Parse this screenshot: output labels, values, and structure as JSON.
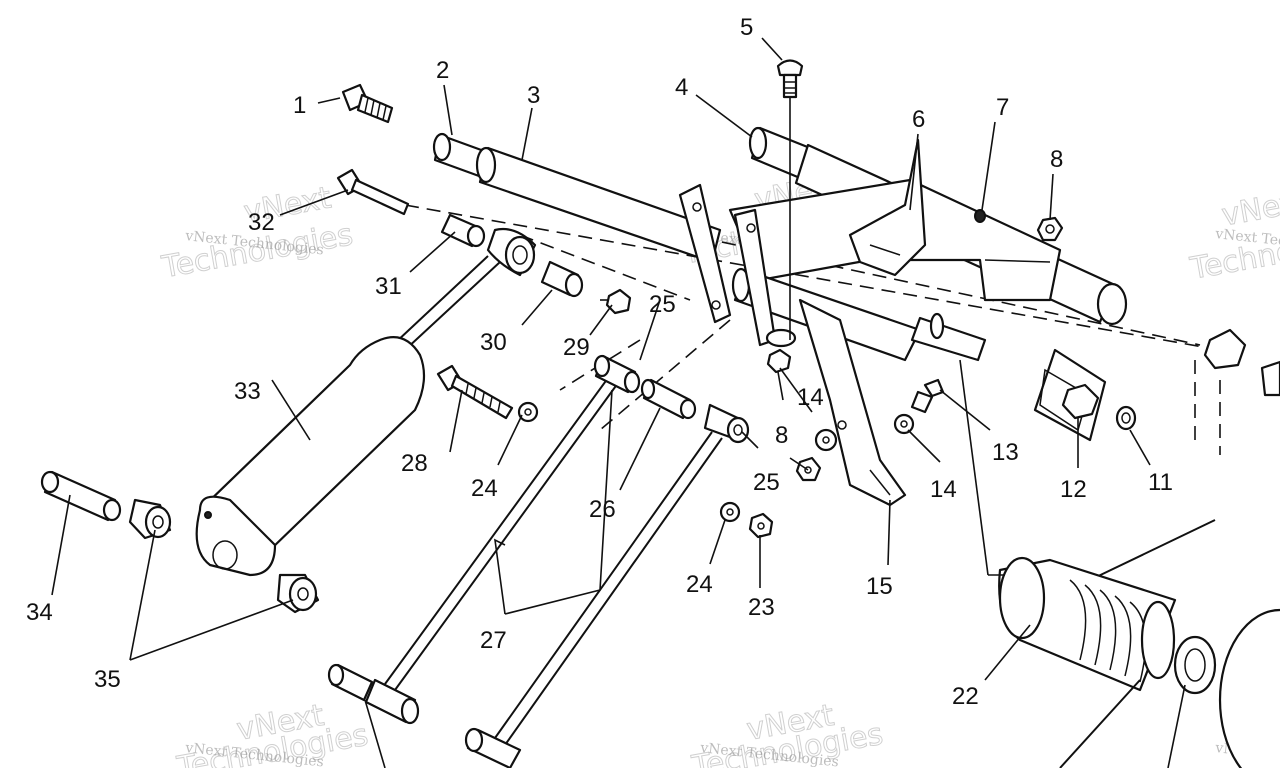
{
  "callouts": {
    "c1": "1",
    "c2": "2",
    "c3": "3",
    "c4": "4",
    "c5": "5",
    "c6": "6",
    "c7": "7",
    "c8a": "8",
    "c8b": "8",
    "c11": "11",
    "c12": "12",
    "c13": "13",
    "c14a": "14",
    "c14b": "14",
    "c15": "15",
    "c22": "22",
    "c23": "23",
    "c24a": "24",
    "c24b": "24",
    "c25a": "25",
    "c25b": "25",
    "c26": "26",
    "c27": "27",
    "c28": "28",
    "c29": "29",
    "c30": "30",
    "c31": "31",
    "c32": "32",
    "c33": "33",
    "c34": "34",
    "c35": "35"
  },
  "watermark": {
    "small_text": "vNext Technologies",
    "big_line1": "vNext",
    "big_line2": "Technologies"
  }
}
